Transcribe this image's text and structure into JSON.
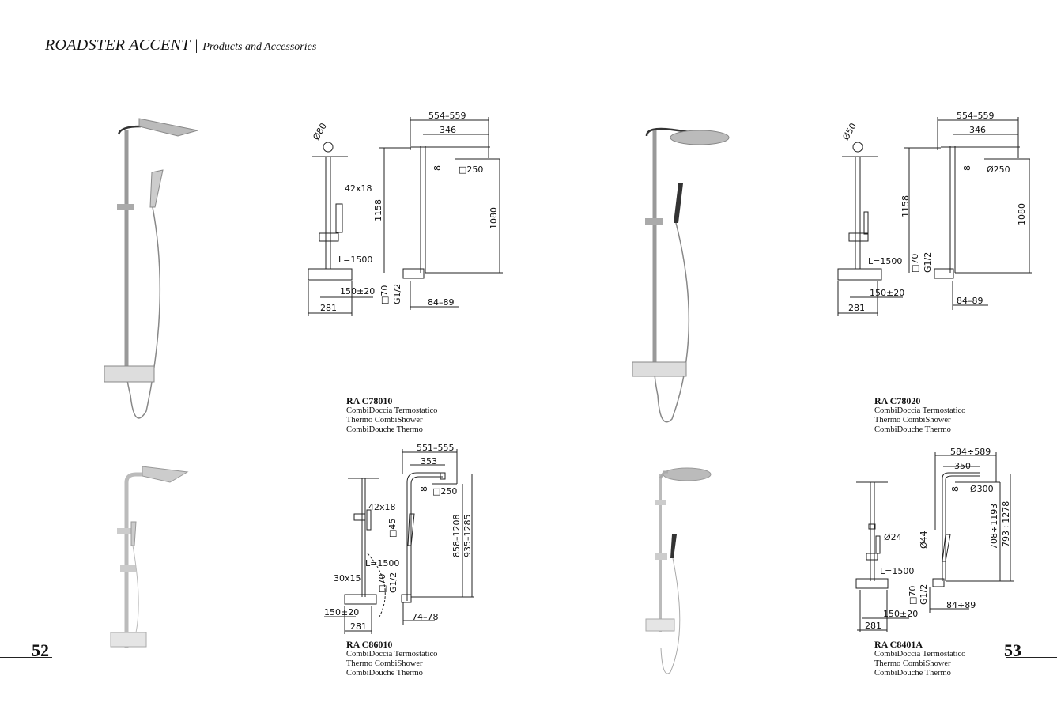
{
  "header": {
    "brand": "ROADSTER ACCENT",
    "separator": "|",
    "subtitle": "Products and Accessories"
  },
  "pages": {
    "left": "52",
    "right": "53"
  },
  "products": [
    {
      "code": "RA C78010",
      "lines": [
        "CombiDoccia Termostatico",
        "Thermo CombiShower",
        "CombiDouche Thermo"
      ],
      "dims": {
        "overall": "554–559",
        "arm": "346",
        "head_dia": "Ø80",
        "head_thk": "8",
        "head": "□250",
        "hand": "42x18",
        "h1": "1158",
        "h2": "1080",
        "hose": "L=1500",
        "centers": "150±20",
        "sq": "□70",
        "thread": "G1/2",
        "wall": "84–89",
        "width": "281"
      }
    },
    {
      "code": "RA C78020",
      "lines": [
        "CombiDoccia Termostatico",
        "Thermo CombiShower",
        "CombiDouche Thermo"
      ],
      "dims": {
        "overall": "554–559",
        "arm": "346",
        "head_dia": "Ø50",
        "head_thk": "8",
        "head": "Ø250",
        "h1": "1158",
        "h2": "1080",
        "hose": "L=1500",
        "centers": "150±20",
        "sq": "□70",
        "thread": "G1/2",
        "wall": "84–89",
        "width": "281"
      }
    },
    {
      "code": "RA C86010",
      "lines": [
        "CombiDoccia Termostatico",
        "Thermo CombiShower",
        "CombiDouche Thermo"
      ],
      "dims": {
        "overall": "551–555",
        "arm": "353",
        "head_thk": "8",
        "head": "□250",
        "hand": "42x18",
        "bracket": "□45",
        "h1": "858–1208",
        "h2": "935–1285",
        "hose": "L=1500",
        "handle": "30x15",
        "sq": "□70",
        "thread": "G1/2",
        "centers": "150±20",
        "wall": "74–78",
        "width": "281"
      }
    },
    {
      "code": "RA C8401A",
      "lines": [
        "CombiDoccia Termostatico",
        "Thermo CombiShower",
        "CombiDouche Thermo"
      ],
      "dims": {
        "overall": "584÷589",
        "arm": "350",
        "head_thk": "8",
        "head": "Ø300",
        "hand": "Ø24",
        "bracket": "Ø44",
        "h1": "708÷1193",
        "h2": "793÷1278",
        "hose": "L=1500",
        "sq": "□70",
        "thread": "G1/2",
        "wall": "84÷89",
        "centers": "150±20",
        "width": "281"
      }
    }
  ]
}
